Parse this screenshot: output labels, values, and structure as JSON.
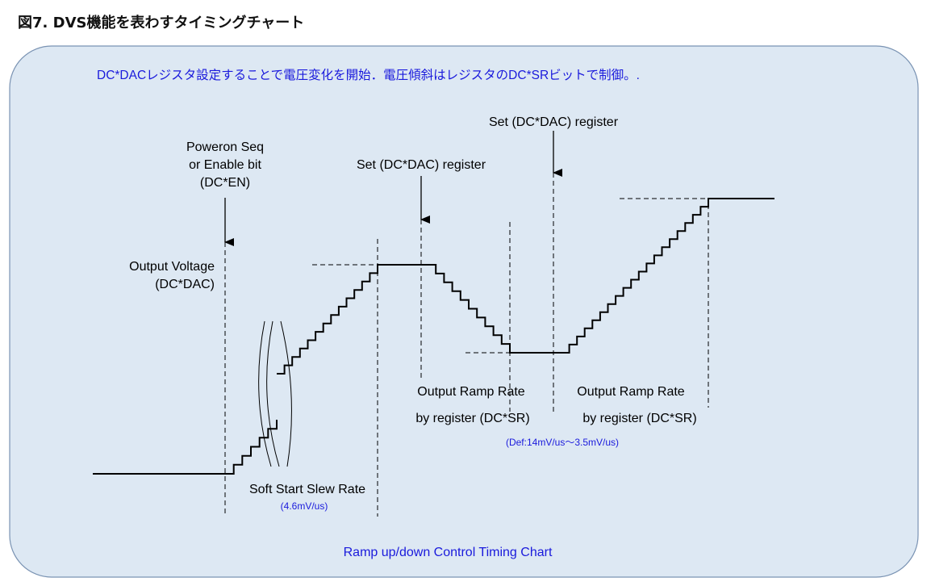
{
  "figure_title": "図7. DVS機能を表わすタイミングチャート",
  "banner": "DC*DACレジスタ設定することで電圧変化を開始．電圧傾斜はレジスタのDC*SRビットで制御。.",
  "caption": "Ramp up/down Control Timing Chart",
  "labels": {
    "poweron_line1": "Poweron Seq",
    "poweron_line2": "or Enable bit",
    "poweron_line3": "(DC*EN)",
    "output_voltage_line1": "Output Voltage",
    "output_voltage_line2": "(DC*DAC)",
    "set_register_1": "Set (DC*DAC) register",
    "set_register_2": "Set (DC*DAC) register",
    "ramp_down_line1": "Output Ramp Rate",
    "ramp_down_line2": "by register (DC*SR)",
    "ramp_down_rate": "(Def:14mV/us～3.5mV/us)",
    "ramp_up_line1": "Output Ramp Rate",
    "ramp_up_line2": "by register (DC*SR)",
    "soft_start": "Soft Start Slew Rate",
    "soft_start_rate": "(4.6mV/us)"
  },
  "colors": {
    "panel_fill": "#dde8f3",
    "panel_border": "#7a93b3",
    "accent_text": "#1a1adc",
    "line": "#000000"
  }
}
